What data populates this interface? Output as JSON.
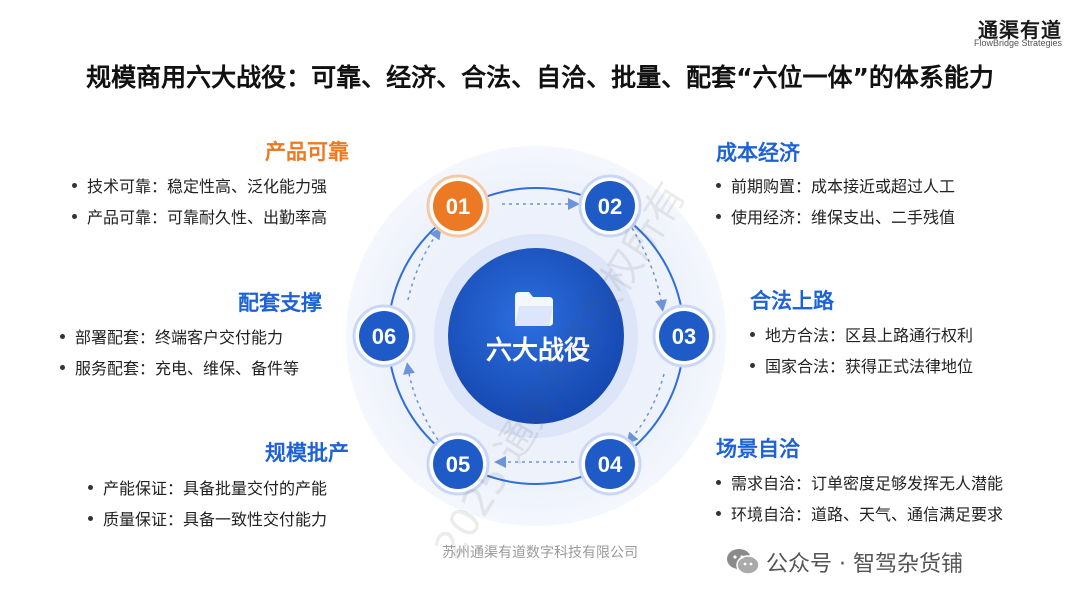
{
  "brand": {
    "name": "通渠有道",
    "subtitle": "FlowBridge Strategies"
  },
  "title": "规模商用六大战役：可靠、经济、合法、自洽、批量、配套“六位一体”的体系能力",
  "center": {
    "label": "六大战役",
    "icon": "folder-icon"
  },
  "nodes": [
    {
      "num": "01",
      "color": "#ec7a24"
    },
    {
      "num": "02",
      "color": "#1e5bc6"
    },
    {
      "num": "03",
      "color": "#1e5bc6"
    },
    {
      "num": "04",
      "color": "#1e5bc6"
    },
    {
      "num": "05",
      "color": "#1e5bc6"
    },
    {
      "num": "06",
      "color": "#1e5bc6"
    }
  ],
  "panels": [
    {
      "title": "产品可靠",
      "items": [
        "技术可靠：稳定性高、泛化能力强",
        "产品可靠：可靠耐久性、出勤率高"
      ]
    },
    {
      "title": "成本经济",
      "items": [
        "前期购置：成本接近或超过人工",
        "使用经济：维保支出、二手残值"
      ]
    },
    {
      "title": "合法上路",
      "items": [
        "地方合法：区县上路通行权利",
        "国家合法：获得正式法律地位"
      ]
    },
    {
      "title": "场景自洽",
      "items": [
        "需求自洽：订单密度足够发挥无人潜能",
        "环境自洽：道路、天气、通信满足要求"
      ]
    },
    {
      "title": "规模批产",
      "items": [
        "产能保证：具备批量交付的产能",
        "质量保证：具备一致性交付能力"
      ]
    },
    {
      "title": "配套支撑",
      "items": [
        "部署配套：终端客户交付能力",
        "服务配套：充电、维保、备件等"
      ]
    }
  ],
  "footer": {
    "company": "苏州通渠有道数字科技有限公司",
    "wechat": "公众号 · 智驾杂货铺"
  },
  "watermark": "2025 通渠有道版权所有"
}
